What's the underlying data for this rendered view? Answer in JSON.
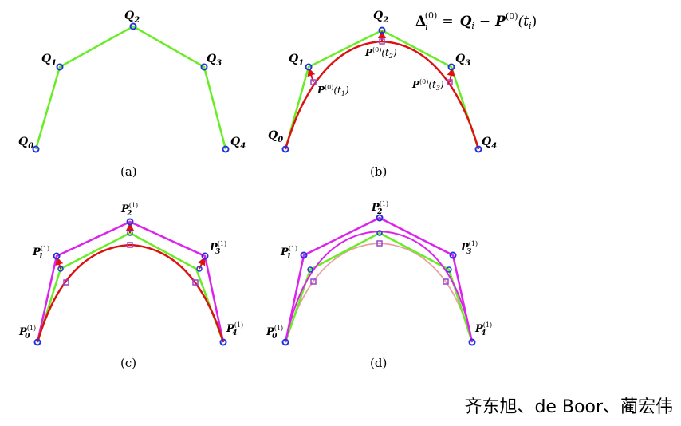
{
  "formula": {
    "delta": "Δ",
    "delta_sub": "i",
    "delta_sup": "(0)",
    "equals": "=",
    "Q": "Q",
    "Q_sub": "i",
    "minus": "−",
    "P": "P",
    "P_sup": "(0)",
    "arg": "(t",
    "arg_sub": "i",
    "arg_close": ")"
  },
  "panels": [
    {
      "caption": "(a)",
      "labels": [
        "Q",
        "Q",
        "Q",
        "Q",
        "Q"
      ],
      "label_subs": [
        "0",
        "1",
        "2",
        "3",
        "4"
      ]
    },
    {
      "caption": "(b)",
      "labels": [
        "Q",
        "Q",
        "Q",
        "Q",
        "Q"
      ],
      "label_subs": [
        "0",
        "1",
        "2",
        "3",
        "4"
      ],
      "curve_points": [
        {
          "P": "P",
          "sup": "(0)",
          "arg": "(t",
          "sub": "1",
          "close": ")"
        },
        {
          "P": "P",
          "sup": "(0)",
          "arg": "(t",
          "sub": "2",
          "close": ")"
        },
        {
          "P": "P",
          "sup": "(0)",
          "arg": "(t",
          "sub": "3",
          "close": ")"
        }
      ]
    },
    {
      "caption": "(c)",
      "labels": [
        "P",
        "P",
        "P",
        "P",
        "P"
      ],
      "label_subs": [
        "0",
        "1",
        "2",
        "3",
        "4"
      ],
      "label_sups": [
        "(1)",
        "(1)",
        "(1)",
        "(1)",
        "(1)"
      ]
    },
    {
      "caption": "(d)",
      "labels": [
        "P",
        "P",
        "P",
        "P",
        "P"
      ],
      "label_subs": [
        "0",
        "1",
        "2",
        "3",
        "4"
      ],
      "label_sups": [
        "(1)",
        "(1)",
        "(1)",
        "(1)",
        "(1)"
      ]
    }
  ],
  "colors": {
    "green": "#66ee22",
    "red": "#dd1111",
    "magenta": "#dd22ee",
    "blue": "#2233dd",
    "pale_red": "#e8a0a0",
    "purple": "#9944cc"
  },
  "credit": "齐东旭、de Boor、蔺宏伟"
}
